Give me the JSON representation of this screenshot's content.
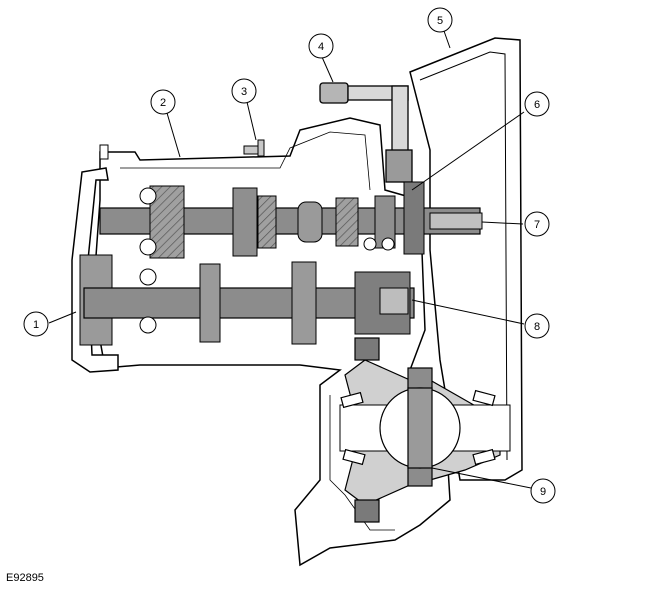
{
  "figure_code": "E92895",
  "callouts": [
    {
      "label": "1"
    },
    {
      "label": "2"
    },
    {
      "label": "3"
    },
    {
      "label": "4"
    },
    {
      "label": "5"
    },
    {
      "label": "6"
    },
    {
      "label": "7"
    },
    {
      "label": "8"
    },
    {
      "label": "9"
    }
  ],
  "colors": {
    "outline": "#000000",
    "housing": "#ffffff",
    "shaft": "#8c8c8c",
    "shaft_dark": "#6e6e6e",
    "gear": "#9a9a9a",
    "light": "#d9d9d9"
  }
}
